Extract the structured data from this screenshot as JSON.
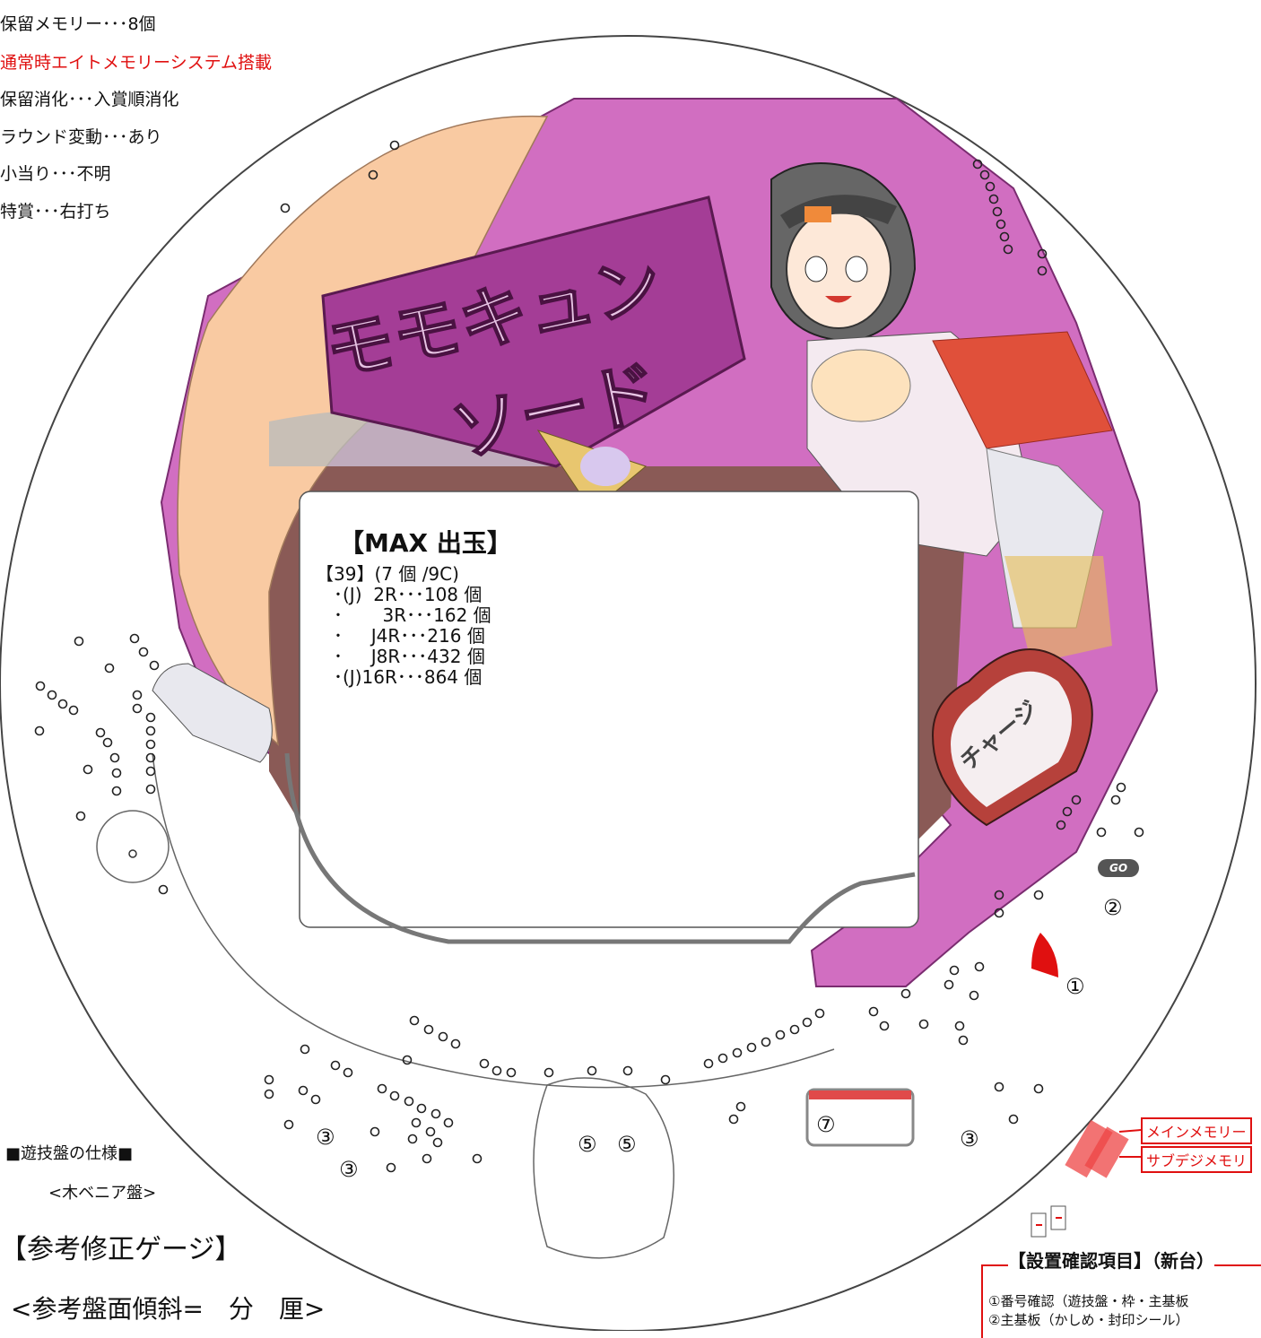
{
  "specs": [
    {
      "text": "保留メモリー･･･8個",
      "red": false
    },
    {
      "text": "通常時エイトメモリーシステム搭載",
      "red": true
    },
    {
      "text": "保留消化･･･入賞順消化",
      "red": false
    },
    {
      "text": "ラウンド変動･･･あり",
      "red": false
    },
    {
      "text": "小当り･･･不明",
      "red": false
    },
    {
      "text": "特賞･･･右打ち",
      "red": false
    }
  ],
  "logo": {
    "line1": "モモキュン",
    "line2": "ソード",
    "charge": "チャージ"
  },
  "max": {
    "title": "【MAX 出玉】",
    "sub": "【39】(7 個 /9C)",
    "lines": [
      "･(J)  2R･･･108 個",
      "･       3R･･･162 個",
      "･     J4R･･･216 個",
      "･     J8R･･･432 個",
      "･(J)16R･･･864 個"
    ]
  },
  "pockets": {
    "p1": "①",
    "p2": "②",
    "p3": "③",
    "p5": "⑤",
    "p7": "⑦",
    "go": "GO"
  },
  "board_spec": {
    "title": "■遊技盤の仕様■",
    "type": "<木ベニア盤>"
  },
  "gauge": {
    "title": "【参考修正ゲージ】",
    "slope": "<参考盤面傾斜=　分　厘>"
  },
  "memory": {
    "main": "メインメモリー",
    "sub": "サブデジメモリ"
  },
  "checklist": {
    "title": "【設置確認項目】（新台）",
    "items": [
      "①番号確認（遊技盤・枠・主基板",
      "②主基板（かしめ・封印シール）"
    ]
  },
  "colors": {
    "pink": "#d16ec1",
    "darkpink": "#a43d96",
    "maroon": "#8a5a56",
    "peach": "#f9caa2",
    "red": "#e01010"
  }
}
